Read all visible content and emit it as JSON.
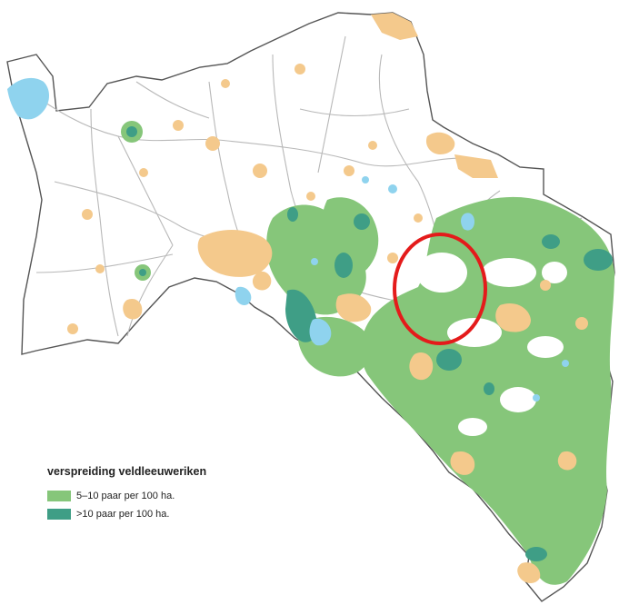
{
  "legend": {
    "title": "verspreiding veldleeuweriken",
    "items": [
      {
        "label": "5–10 paar per 100 ha.",
        "color": "#86c67a"
      },
      {
        "label": ">10 paar per 100 ha.",
        "color": "#3f9e86"
      }
    ]
  },
  "colors": {
    "province_fill": "#ffffff",
    "province_border": "#555555",
    "urban": "#f4c98c",
    "water": "#8fd3ee",
    "medium_density": "#86c67a",
    "high_density": "#3f9e86",
    "highlight_circle": "#e41b1b"
  }
}
